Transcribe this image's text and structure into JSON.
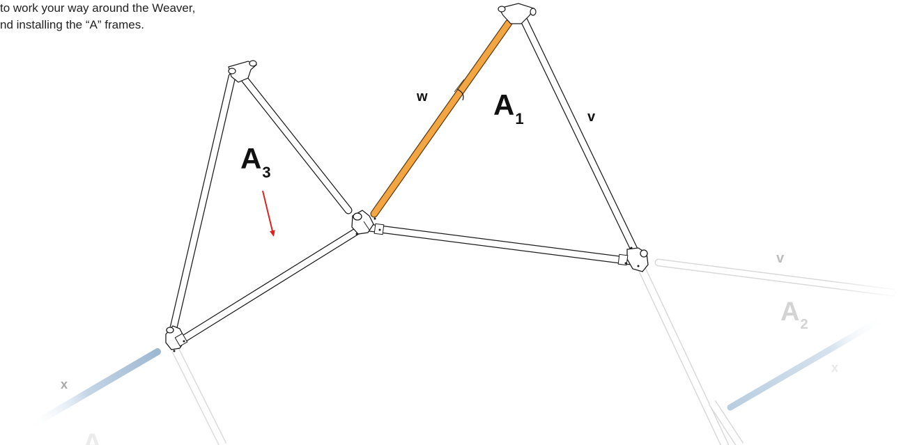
{
  "instructions": {
    "line1": "to work your way around the Weaver,",
    "line2": "nd installing the “A” frames."
  },
  "frames": {
    "a1": {
      "letter": "A",
      "sub": "1"
    },
    "a2": {
      "letter": "A",
      "sub": "2"
    },
    "a3": {
      "letter": "A",
      "sub": "3"
    },
    "a4": {
      "letter": "A"
    }
  },
  "pole_labels": {
    "w": "w",
    "v": "v",
    "v_faded": "v",
    "x_left": "x",
    "x_right": "x"
  },
  "colors": {
    "highlight_pole": "#f2a541",
    "highlight_edge": "#5a3b10",
    "x_pole": "#a9c2da",
    "arrow": "#e02020",
    "pole_outline": "#1a1a1a",
    "faded": "#cfcfcf"
  }
}
